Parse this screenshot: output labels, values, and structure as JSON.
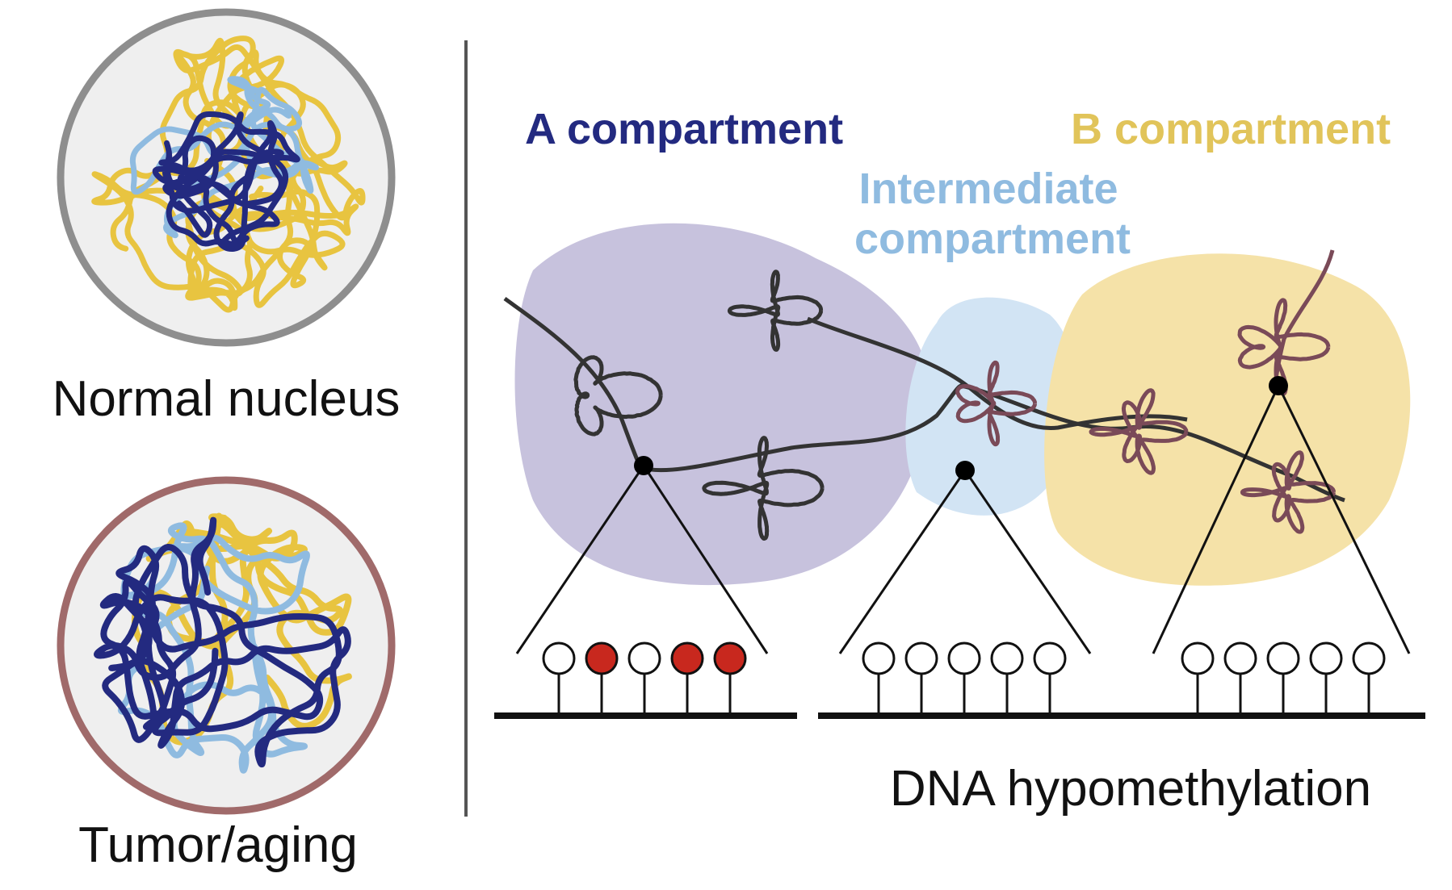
{
  "labels": {
    "normal_nucleus": "Normal nucleus",
    "tumor_aging": "Tumor/aging",
    "a_compartment": "A compartment",
    "b_compartment": "B compartment",
    "intermediate_line1": "Intermediate",
    "intermediate_line2": "compartment",
    "dna_hypomethylation": "DNA hypomethylation"
  },
  "colors": {
    "a_dark_blue": "#232a80",
    "light_blue": "#8fbbe0",
    "yellow": "#e8c440",
    "a_region_fill": "#c7c2dd",
    "intermediate_fill": "#d2e4f4",
    "b_region_fill": "#f5e2a8",
    "chromatin_dark": "#333333",
    "chromatin_maroon": "#7a4a58",
    "methylated": "#c8281e",
    "unmethylated": "#ffffff",
    "normal_border": "#8e8e8e",
    "tumor_border": "#a06a6a"
  },
  "methylation": {
    "a_compartment": [
      false,
      true,
      false,
      true,
      true
    ],
    "intermediate": [
      false,
      false,
      false,
      false,
      false
    ],
    "b_compartment": [
      false,
      false,
      false,
      false,
      false
    ]
  }
}
